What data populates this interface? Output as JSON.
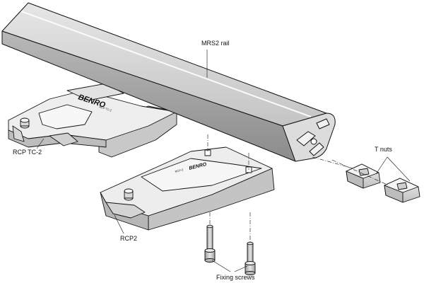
{
  "labels": {
    "rail": "MRS2 rail",
    "tnuts": "T nuts",
    "rcp_tc2": "RCP TC-2",
    "rcp2": "RCP2",
    "fixing_screws": "Fixing screws"
  },
  "plate_markings": {
    "logo_tc2": "BENRO",
    "model_tc2": "RCP TC-2",
    "logo_rcp2": "BENRO",
    "model_rcp2": "RCP-2"
  },
  "colors": {
    "outline": "#111111",
    "rail_top": "#d2d2d2",
    "rail_front": "#a8a8a8",
    "plate_top": "#ececec",
    "plate_side": "#c4c4c4",
    "screw": "#bdbdbd"
  }
}
